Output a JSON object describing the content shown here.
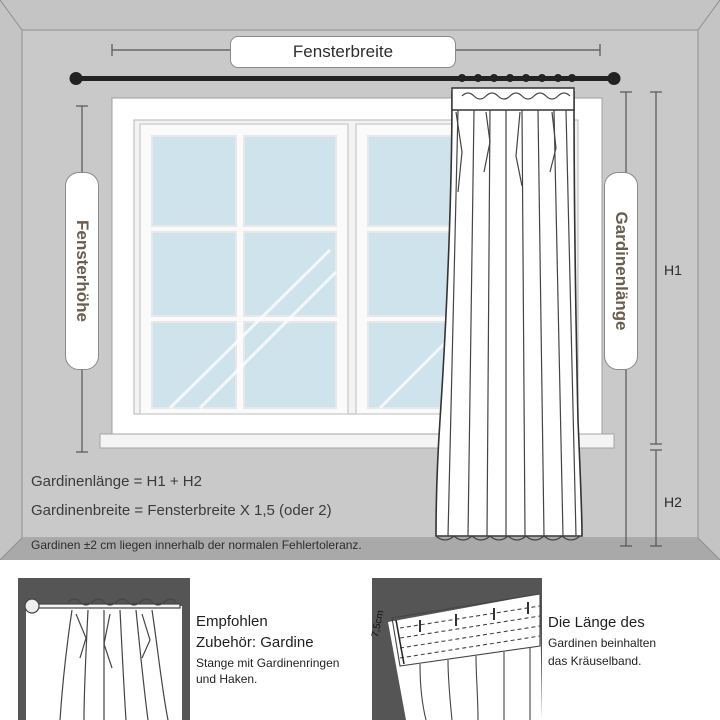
{
  "labels": {
    "window_width": "Fensterbreite",
    "window_height": "Fensterhöhe",
    "curtain_length": "Gardinenlänge",
    "h1": "H1",
    "h2": "H2"
  },
  "formulas": {
    "length": "Gardinenlänge = H1 + H2",
    "width": "Gardinenbreite = Fensterbreite X 1,5 (oder 2)",
    "tolerance": "Gardinen ±2 cm liegen innerhalb der normalen Fehlertoleranz."
  },
  "panel_left": {
    "title_line1": "Empfohlen",
    "title_line2": "Zubehör: Gardine",
    "body_line1": "Stange mit Gardinenringen",
    "body_line2": "und Haken."
  },
  "panel_right": {
    "measure": "7,5cm",
    "title_line1": "Die Länge des",
    "body_line1": "Gardinen beinhalten",
    "body_line2": "das Kräuselband."
  },
  "colors": {
    "wall": "#c4c4c4",
    "floor": "#a9a9a9",
    "glass": "#cfe3ec",
    "rod": "#222222",
    "dark_panel": "#555555"
  }
}
